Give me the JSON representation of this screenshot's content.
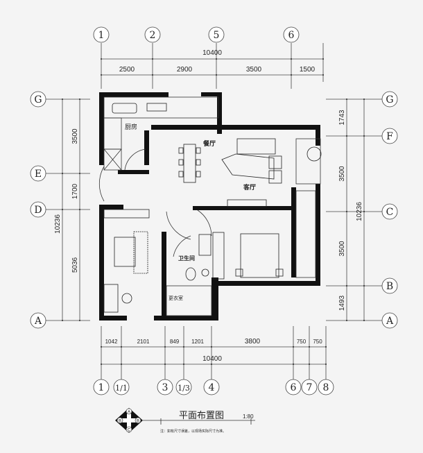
{
  "top_axes": [
    "1",
    "2",
    "5",
    "6"
  ],
  "top_total": "10400",
  "top_dims": [
    "2500",
    "2900",
    "3500",
    "1500"
  ],
  "left_axes": [
    "G",
    "E",
    "D",
    "A"
  ],
  "left_total": "10236",
  "left_dims": [
    "3500",
    "1700",
    "5036"
  ],
  "right_axes": [
    "G",
    "F",
    "C",
    "B",
    "A"
  ],
  "right_total": "10236",
  "right_dims": [
    "1743",
    "3500",
    "3500",
    "1493"
  ],
  "bottom_axes": [
    "1",
    "1/1",
    "3",
    "1/3",
    "4",
    "6",
    "7",
    "8"
  ],
  "bottom_total": "10400",
  "bottom_dims": [
    "1042",
    "2101",
    "849",
    "1201",
    "3800",
    "750",
    "750"
  ],
  "rooms": {
    "kitchen": "厨房",
    "dining": "餐厅",
    "living": "客厅",
    "bathroom": "卫生间",
    "closet": "更衣室"
  },
  "title": {
    "name": "平面布置图",
    "scale": "1:80",
    "note": "注：如有尺寸误差，以现场实际尺寸为准。"
  },
  "compass": {
    "labels": [
      "A",
      "B",
      "B",
      "C"
    ],
    "icon": "compass-rose-icon"
  }
}
